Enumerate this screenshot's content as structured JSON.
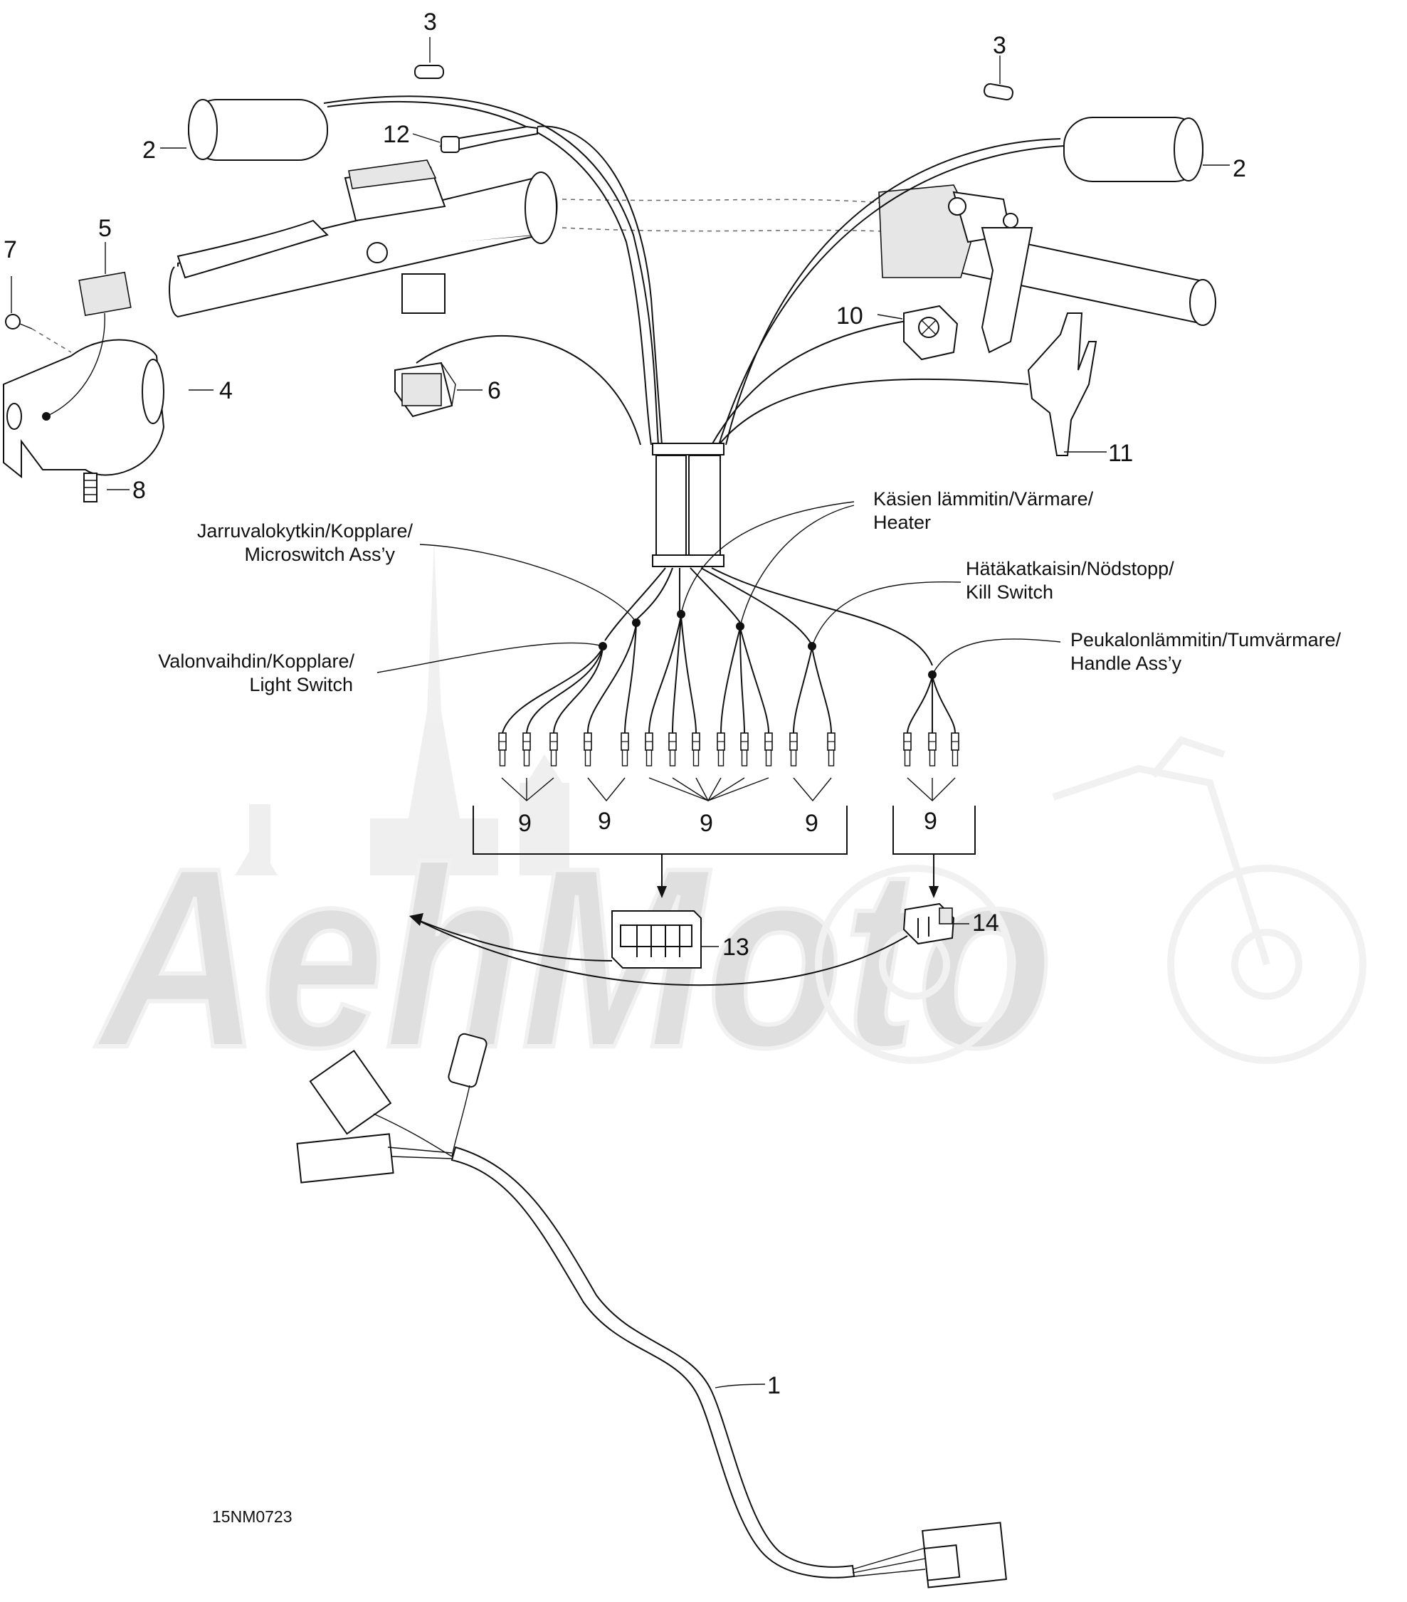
{
  "diagram": {
    "watermark": "AehMoto",
    "drawing_code": "15NM0723",
    "callouts": {
      "c1": "1",
      "c2_left": "2",
      "c2_right": "2",
      "c3_left": "3",
      "c3_right": "3",
      "c4": "4",
      "c5": "5",
      "c6": "6",
      "c7": "7",
      "c8": "8",
      "c9_a": "9",
      "c9_b": "9",
      "c9_c": "9",
      "c9_d": "9",
      "c9_e": "9",
      "c10": "10",
      "c11": "11",
      "c12": "12",
      "c13": "13",
      "c14": "14"
    },
    "labels": {
      "heater_l1": "Käsien lämmitin/Värmare/",
      "heater_l2": "Heater",
      "brake_l1": "Jarruvalokytkin/Kopplare/",
      "brake_l2": "Microswitch Ass’y",
      "kill_l1": "Hätäkatkaisin/Nödstopp/",
      "kill_l2": "Kill Switch",
      "light_l1": "Valonvaihdin/Kopplare/",
      "light_l2": "Light Switch",
      "thumb_l1": "Peukalonlämmitin/Tumvärmare/",
      "thumb_l2": "Handle Ass’y"
    }
  }
}
